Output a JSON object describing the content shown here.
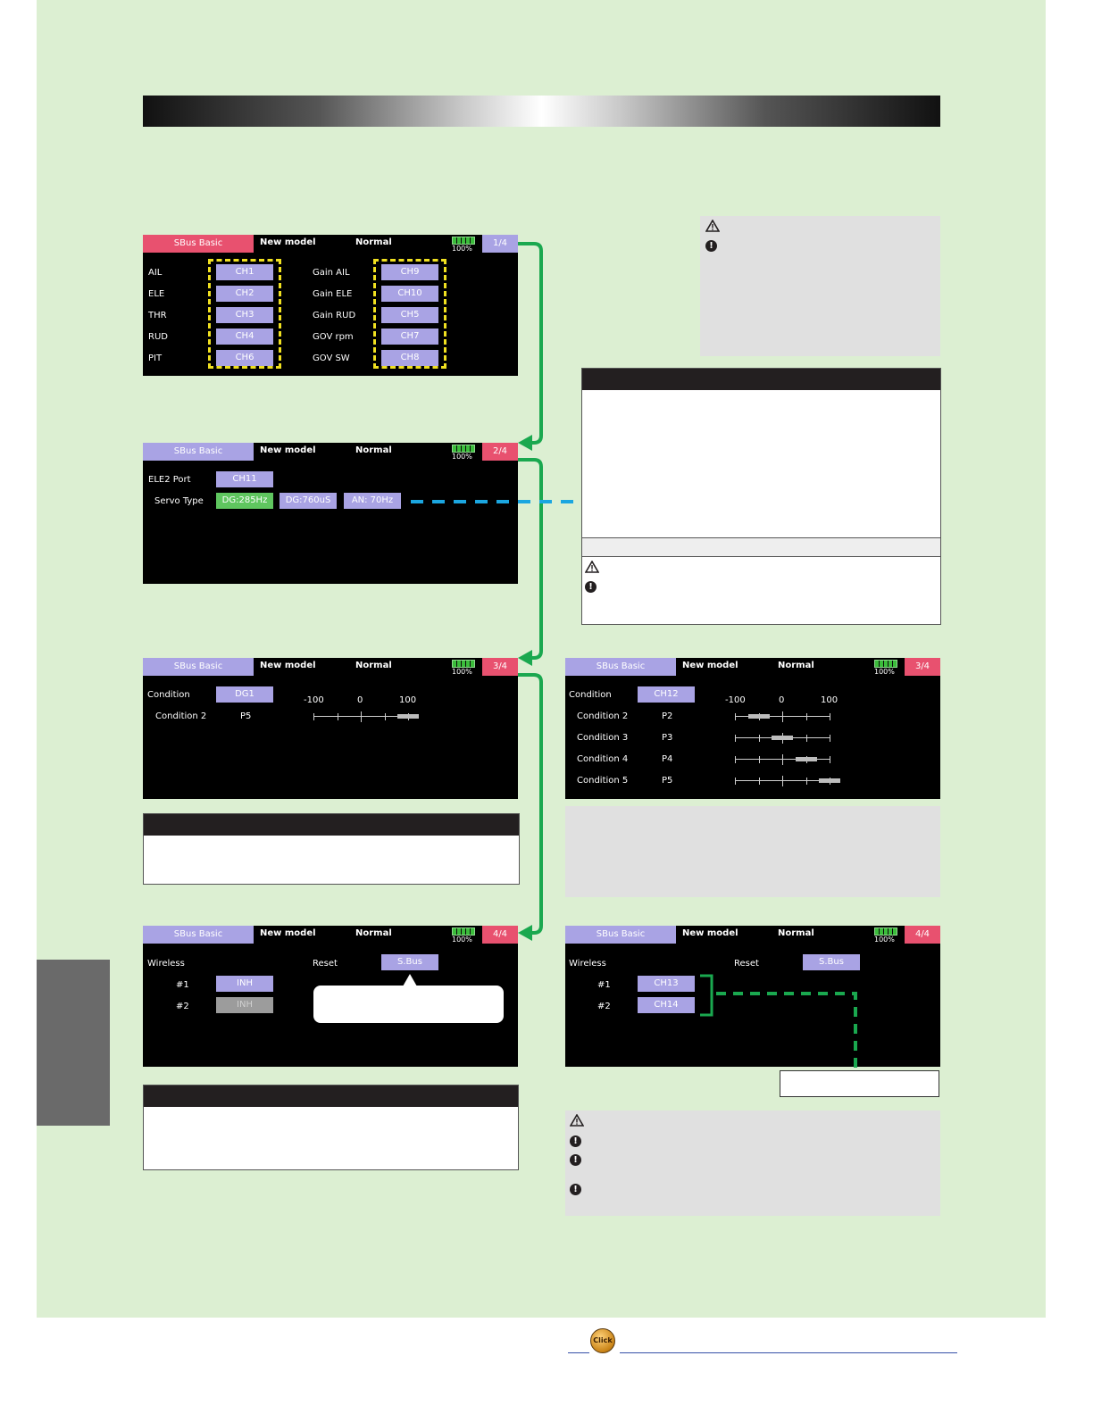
{
  "screens": {
    "common": {
      "tab": "SBus Basic",
      "model": "New model",
      "condition": "Normal",
      "battery": "100%"
    },
    "p1": {
      "page": "1/4",
      "left_labels": [
        "AIL",
        "ELE",
        "THR",
        "RUD",
        "PIT"
      ],
      "left_channels": [
        "CH1",
        "CH2",
        "CH3",
        "CH4",
        "CH6"
      ],
      "right_labels": [
        "Gain AIL",
        "Gain ELE",
        "Gain RUD",
        "GOV rpm",
        "GOV SW"
      ],
      "right_channels": [
        "CH9",
        "CH10",
        "CH5",
        "CH7",
        "CH8"
      ]
    },
    "p2": {
      "page": "2/4",
      "ele2_label": "ELE2 Port",
      "ele2_value": "CH11",
      "servo_label": "Servo Type",
      "servo_options": [
        "DG:285Hz",
        "DG:760uS",
        "AN: 70Hz"
      ]
    },
    "p3a": {
      "page": "3/4",
      "condition_label": "Condition",
      "condition_value": "DG1",
      "scale": [
        "-100",
        "0",
        "100"
      ],
      "rows": [
        {
          "label": "Condition 2",
          "port": "P5",
          "level": 100
        }
      ]
    },
    "p3b": {
      "page": "3/4",
      "condition_label": "Condition",
      "condition_value": "CH12",
      "scale": [
        "-100",
        "0",
        "100"
      ],
      "rows": [
        {
          "label": "Condition 2",
          "port": "P2",
          "level": -50
        },
        {
          "label": "Condition 3",
          "port": "P3",
          "level": 0
        },
        {
          "label": "Condition 4",
          "port": "P4",
          "level": 50
        },
        {
          "label": "Condition 5",
          "port": "P5",
          "level": 100
        }
      ]
    },
    "p4a": {
      "page": "4/4",
      "wireless_label": "Wireless",
      "reset_label": "Reset",
      "reset_value": "S.Bus",
      "slot1_label": "#1",
      "slot1_value": "INH",
      "slot2_label": "#2",
      "slot2_value": "INH"
    },
    "p4b": {
      "page": "4/4",
      "wireless_label": "Wireless",
      "reset_label": "Reset",
      "reset_value": "S.Bus",
      "slot1_label": "#1",
      "slot1_value": "CH13",
      "slot2_label": "#2",
      "slot2_value": "CH14"
    }
  },
  "footer": {
    "logo_text": "Click"
  },
  "colors": {
    "page_bg": "#dcefd2",
    "tab_active": "#e8516f",
    "tab_inactive": "#a9a3e4",
    "button": "#a9a3e4",
    "button_selected": "#5fc65f",
    "arrow": "#1aa84f",
    "dash_yellow": "#f0e020",
    "dash_blue": "#1ba6e0"
  }
}
